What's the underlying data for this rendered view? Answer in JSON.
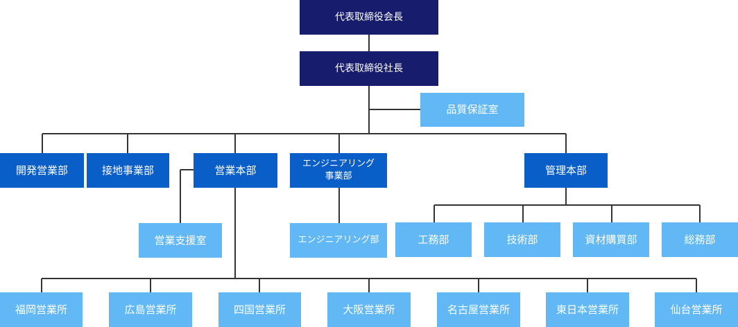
{
  "org": {
    "chairman": "代表取締役会長",
    "president": "代表取締役社長",
    "quality": "品質保証室",
    "development": "開発営業部",
    "contact": "接地事業部",
    "sales_hq": "営業本部",
    "engineering": "エンジニアリング\n事業部",
    "management": "管理本部",
    "sales_support": "営業支援室",
    "engineering_dept": "エンジニアリング部",
    "construction": "工務部",
    "technical": "技術部",
    "procurement": "資材購買部",
    "general_affairs": "総務部",
    "offices": [
      "福岡営業所",
      "広島営業所",
      "四国営業所",
      "大阪営業所",
      "名古屋営業所",
      "東日本営業所",
      "仙台営業所"
    ]
  },
  "colors": {
    "navy": "#171c6d",
    "blue": "#0a5ec8",
    "light": "#62b8f4",
    "line": "#333333"
  }
}
